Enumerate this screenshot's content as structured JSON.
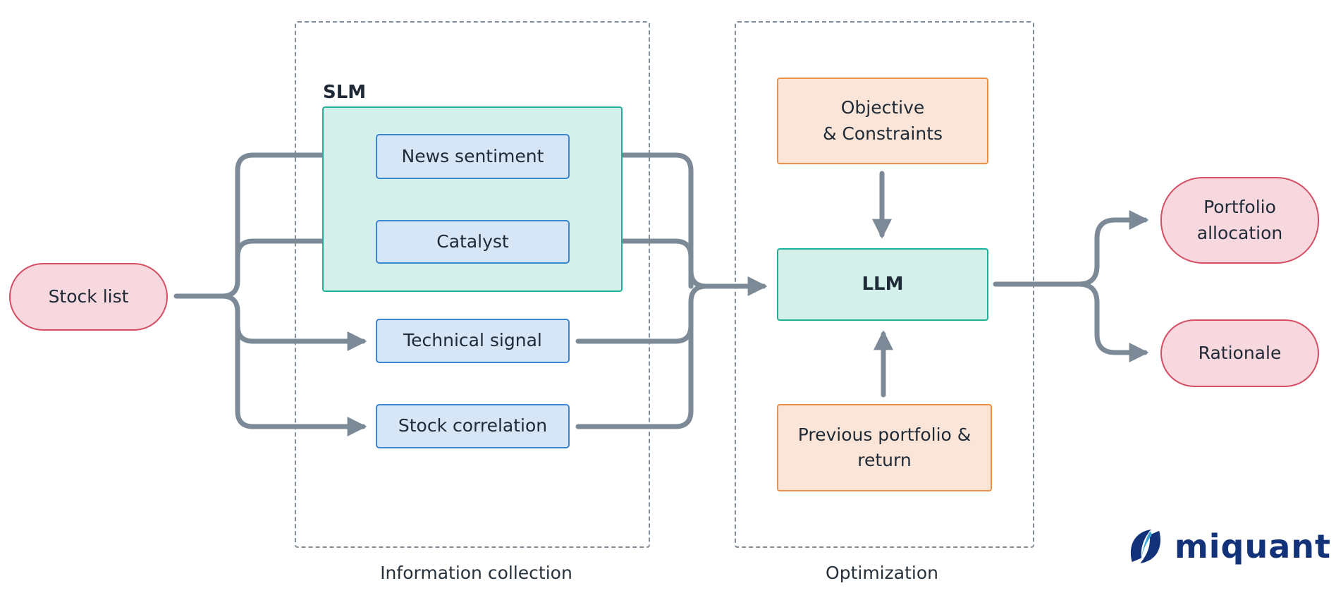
{
  "groups": {
    "info_collection": "Information collection",
    "optimization": "Optimization"
  },
  "slm": {
    "label": "SLM"
  },
  "nodes": {
    "stock_list": "Stock list",
    "news_sentiment": "News sentiment",
    "catalyst": "Catalyst",
    "technical_signal": "Technical signal",
    "stock_correlation": "Stock correlation",
    "objective_line1": "Objective",
    "objective_line2": "& Constraints",
    "llm": "LLM",
    "previous_line1": "Previous portfolio &",
    "previous_line2": "return",
    "portfolio_line1": "Portfolio",
    "portfolio_line2": "allocation",
    "rationale": "Rationale"
  },
  "logo": {
    "text": "miquant"
  },
  "colors": {
    "connector": "#7c8a97",
    "blue_fill": "#d6e6f6",
    "teal_fill": "#d3f0eb",
    "orange_fill": "#fbe5d8",
    "pink_fill": "#f6d8de",
    "logo": "#12327a"
  }
}
